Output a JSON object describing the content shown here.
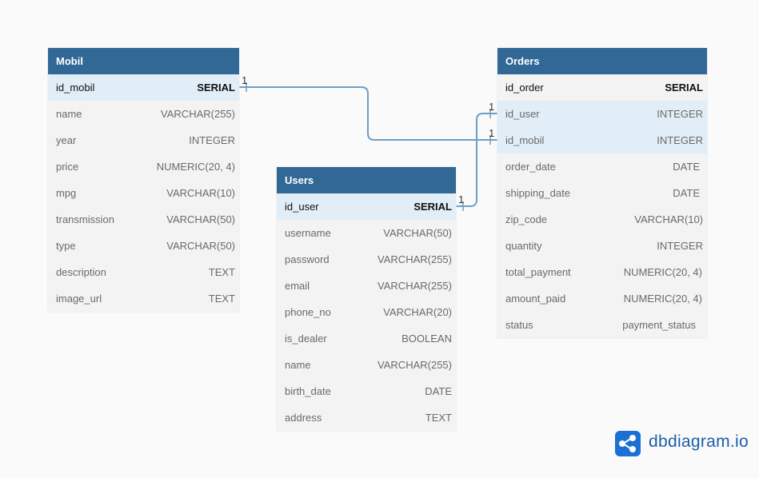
{
  "tables": {
    "mobil": {
      "name": "Mobil",
      "fields": [
        {
          "name": "id_mobil",
          "type": "SERIAL"
        },
        {
          "name": "name",
          "type": "VARCHAR(255)"
        },
        {
          "name": "year",
          "type": "INTEGER"
        },
        {
          "name": "price",
          "type": "NUMERIC(20, 4)"
        },
        {
          "name": "mpg",
          "type": "VARCHAR(10)"
        },
        {
          "name": "transmission",
          "type": "VARCHAR(50)"
        },
        {
          "name": "type",
          "type": "VARCHAR(50)"
        },
        {
          "name": "description",
          "type": "TEXT"
        },
        {
          "name": "image_url",
          "type": "TEXT"
        }
      ]
    },
    "users": {
      "name": "Users",
      "fields": [
        {
          "name": "id_user",
          "type": "SERIAL"
        },
        {
          "name": "username",
          "type": "VARCHAR(50)"
        },
        {
          "name": "password",
          "type": "VARCHAR(255)"
        },
        {
          "name": "email",
          "type": "VARCHAR(255)"
        },
        {
          "name": "phone_no",
          "type": "VARCHAR(20)"
        },
        {
          "name": "is_dealer",
          "type": "BOOLEAN"
        },
        {
          "name": "name",
          "type": "VARCHAR(255)"
        },
        {
          "name": "birth_date",
          "type": "DATE"
        },
        {
          "name": "address",
          "type": "TEXT"
        }
      ]
    },
    "orders": {
      "name": "Orders",
      "fields": [
        {
          "name": "id_order",
          "type": "SERIAL"
        },
        {
          "name": "id_user",
          "type": "INTEGER"
        },
        {
          "name": "id_mobil",
          "type": "INTEGER"
        },
        {
          "name": "order_date",
          "type": "DATE"
        },
        {
          "name": "shipping_date",
          "type": "DATE"
        },
        {
          "name": "zip_code",
          "type": "VARCHAR(10)"
        },
        {
          "name": "quantity",
          "type": "INTEGER"
        },
        {
          "name": "total_payment",
          "type": "NUMERIC(20, 4)"
        },
        {
          "name": "amount_paid",
          "type": "NUMERIC(20, 4)"
        },
        {
          "name": "status",
          "type": "payment_status"
        }
      ]
    }
  },
  "relations": {
    "mobil_to_orders": {
      "from_card": "1",
      "to_card": "1"
    },
    "users_to_orders": {
      "from_card": "1",
      "to_card": "1"
    }
  },
  "brand": {
    "name": "dbdiagram.io",
    "color": "#1b70d5"
  },
  "colors": {
    "header": "#316896",
    "highlight_row": "#e1eef7",
    "link": "#6d9fc7"
  }
}
